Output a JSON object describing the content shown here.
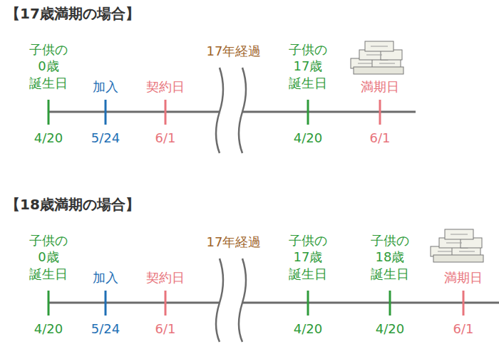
{
  "diagram": {
    "labels": [
      "【17歳満期の場合】",
      "子供の 0歳 誕生日",
      "加入",
      "契約日",
      "17年経過",
      "子供の 17歳 誕生日",
      "満期日",
      "4/20",
      "5/24",
      "6/1",
      "4/20",
      "6/1",
      "【18歳満期の場合】",
      "子供の 0歳 誕生日",
      "加入",
      "契約日",
      "17年経過",
      "子供の 17歳 誕生日",
      "子供の 18歳 誕生日",
      "満期日",
      "4/20",
      "5/24",
      "6/1",
      "4/20",
      "4/20",
      "6/1"
    ]
  }
}
